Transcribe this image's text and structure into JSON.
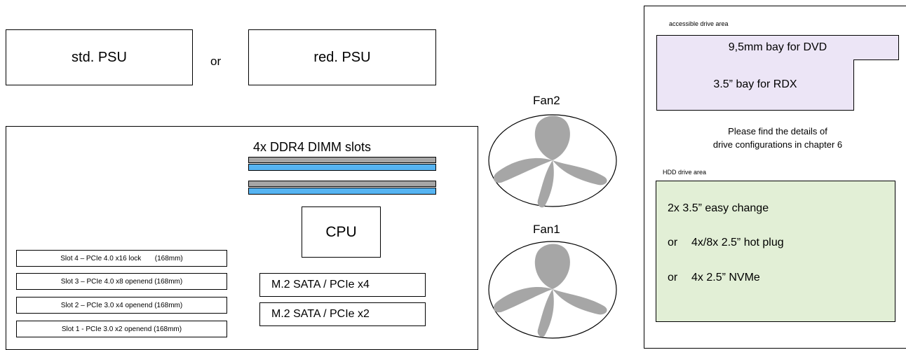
{
  "psu": {
    "standard_label": "std. PSU",
    "or_label": "or",
    "redundant_label": "red. PSU"
  },
  "mainboard": {
    "dimm_label": "4x DDR4 DIMM slots",
    "cpu_label": "CPU",
    "m2_slots": [
      "M.2 SATA / PCIe x4",
      "M.2 SATA / PCIe x2"
    ],
    "pcie_slots": [
      "Slot 4 – PCIe 4.0 x16 lock       (168mm)",
      "Slot 3 – PCIe 4.0 x8 openend (168mm)",
      "Slot 2 – PCIe 3.0 x4 openend (168mm)",
      "Slot 1 - PCIe 3.0 x2 openend (168mm)"
    ]
  },
  "fans": {
    "fan2_label": "Fan2",
    "fan1_label": "Fan1"
  },
  "drives": {
    "accessible_area_label": "accessible drive area",
    "dvd_bay": "9,5mm bay for DVD",
    "rdx_bay": "3.5” bay for RDX",
    "note_line1": "Please find the details of",
    "note_line2": "drive configurations in chapter 6",
    "hdd_area_label": "HDD drive area",
    "hdd_option1": "2x 3.5” easy change",
    "hdd_or": "or",
    "hdd_option2": "4x/8x 2.5” hot plug",
    "hdd_option3": "4x 2.5” NVMe"
  },
  "colors": {
    "dimm_gray": "#a6a6a6",
    "dimm_blue": "#56b4f2",
    "fan_blade": "#a6a6a6",
    "drive_bay_fill": "#ece5f6",
    "hdd_area_fill": "#e2efd6"
  }
}
